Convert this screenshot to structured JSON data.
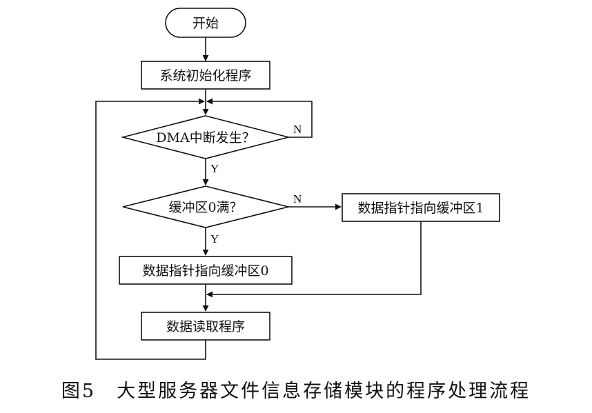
{
  "nodes": {
    "start": "开始",
    "init": "系统初始化程序",
    "dma_check": "DMA中断发生？",
    "buffer0_check": "缓冲区0满？",
    "ptr_buffer1": "数据指针指向缓冲区1",
    "ptr_buffer0": "数据指针指向缓冲区0",
    "read": "数据读取程序"
  },
  "edge_labels": {
    "dma_no": "N",
    "dma_yes": "Y",
    "buffer0_no": "N",
    "buffer0_yes": "Y"
  },
  "caption": "图5　大型服务器文件信息存储模块的程序处理流程"
}
